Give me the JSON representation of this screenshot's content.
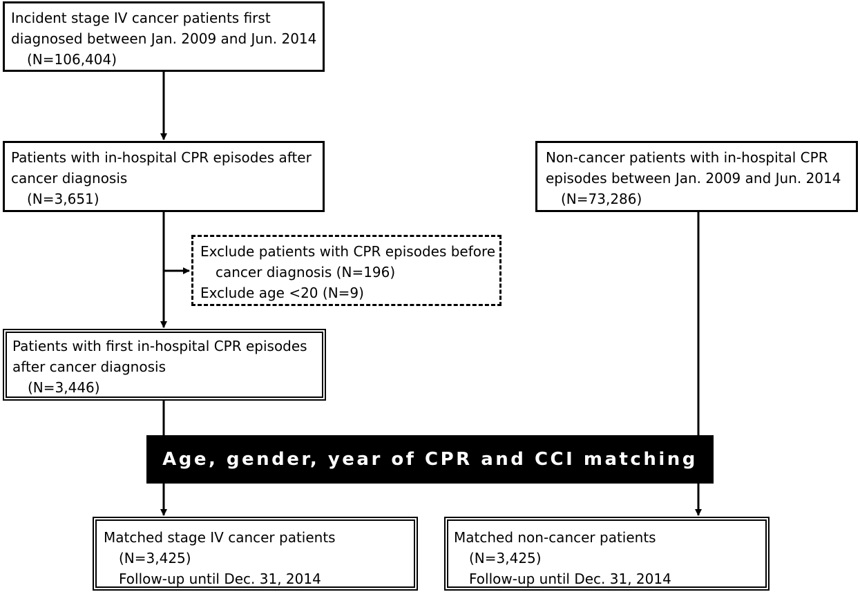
{
  "boxes": {
    "incident": {
      "line1": "Incident stage IV cancer patients first",
      "line2": "diagnosed between Jan. 2009 and Jun. 2014",
      "line3": "(N=106,404)"
    },
    "cpr_after": {
      "line1": "Patients with in-hospital CPR episodes after",
      "line2": "cancer diagnosis",
      "line3": "(N=3,651)"
    },
    "noncancer": {
      "line1": "Non-cancer patients with in-hospital CPR",
      "line2": "episodes between Jan. 2009 and Jun. 2014",
      "line3": "(N=73,286)"
    },
    "exclude": {
      "line1": "Exclude patients with CPR episodes before",
      "line2": "cancer diagnosis (N=196)",
      "line3": "Exclude age <20 (N=9)"
    },
    "first_cpr": {
      "line1": "Patients with first in-hospital CPR episodes",
      "line2": "after cancer diagnosis",
      "line3": "(N=3,446)"
    },
    "matched_cancer": {
      "line1": "Matched stage IV cancer patients",
      "line2": "(N=3,425)",
      "line3": "Follow-up until Dec. 31, 2014"
    },
    "matched_noncancer": {
      "line1": "Matched non-cancer patients",
      "line2": "(N=3,425)",
      "line3": "Follow-up until Dec. 31, 2014"
    }
  },
  "matching_label": "Age, gender, year of CPR and CCI matching"
}
